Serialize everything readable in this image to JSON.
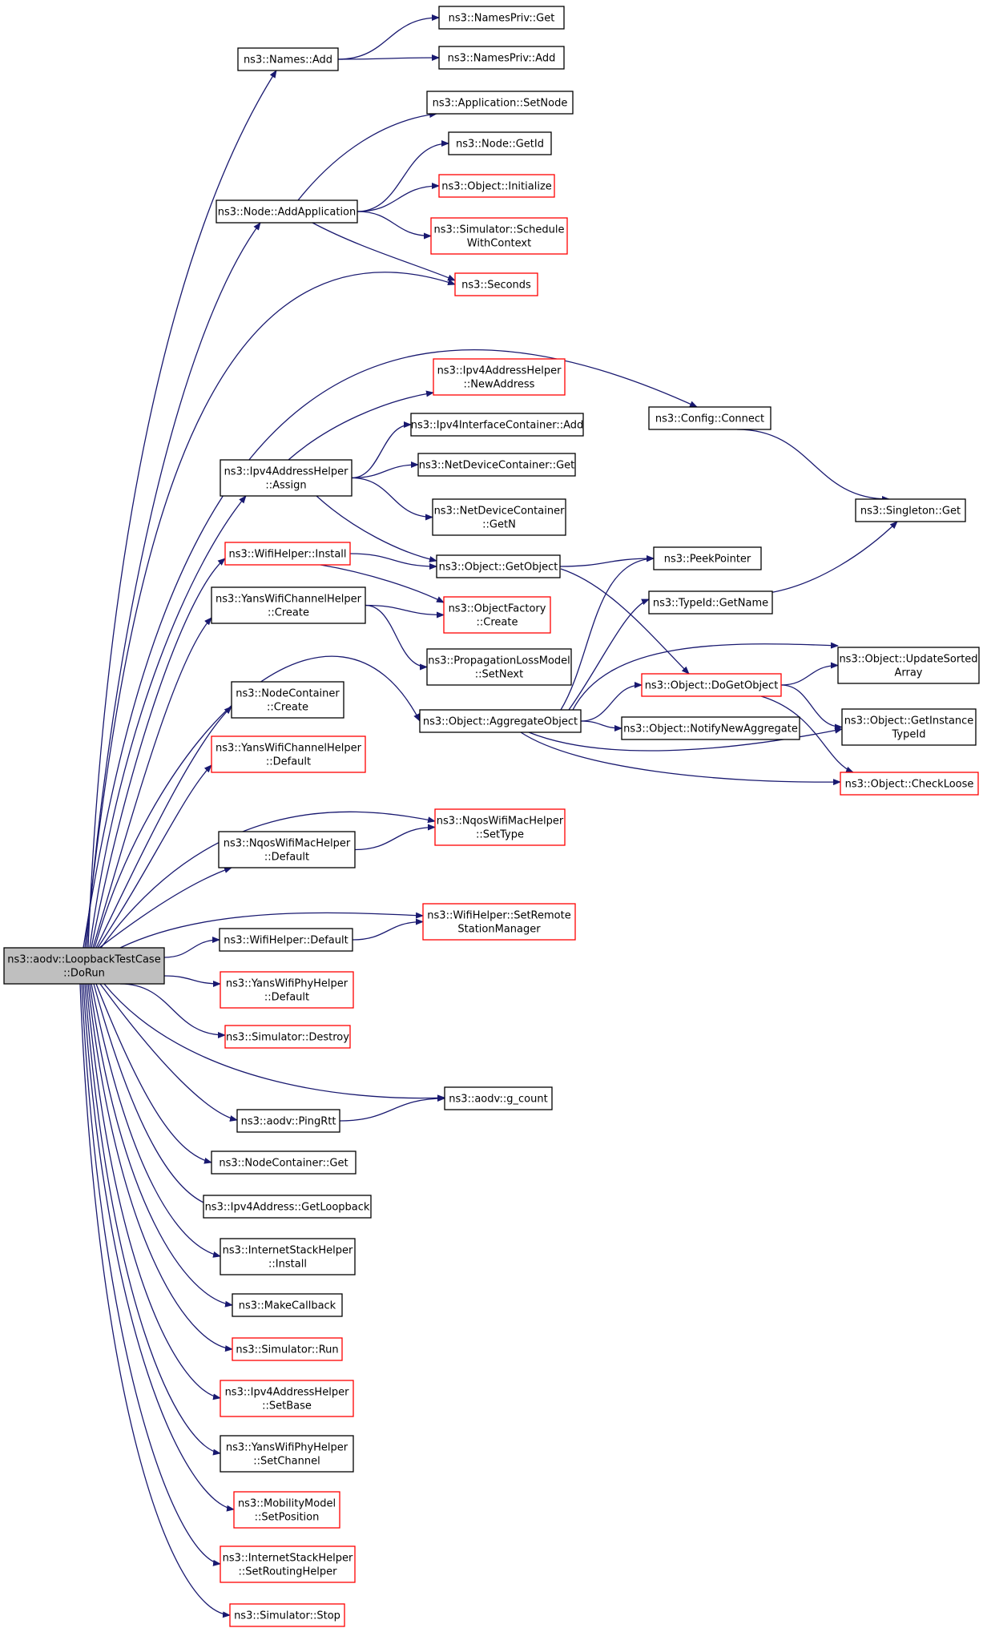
{
  "colors": {
    "edge": "#191970",
    "node_border": "#000000",
    "truncated_border": "#ff0000",
    "root_fill": "#bfbfbf"
  },
  "nodes": {
    "root": {
      "lines": [
        "ns3::aodv::LoopbackTestCase",
        "::DoRun"
      ],
      "style": "root"
    },
    "names_add": {
      "lines": [
        "ns3::Names::Add"
      ],
      "style": "black"
    },
    "namespriv_get": {
      "lines": [
        "ns3::NamesPriv::Get"
      ],
      "style": "black"
    },
    "namespriv_add": {
      "lines": [
        "ns3::NamesPriv::Add"
      ],
      "style": "black"
    },
    "app_setnode": {
      "lines": [
        "ns3::Application::SetNode"
      ],
      "style": "black"
    },
    "node_getid": {
      "lines": [
        "ns3::Node::GetId"
      ],
      "style": "black"
    },
    "object_initialize": {
      "lines": [
        "ns3::Object::Initialize"
      ],
      "style": "red"
    },
    "node_addapp": {
      "lines": [
        "ns3::Node::AddApplication"
      ],
      "style": "black"
    },
    "sim_schedctx": {
      "lines": [
        "ns3::Simulator::Schedule",
        "WithContext"
      ],
      "style": "red"
    },
    "seconds": {
      "lines": [
        "ns3::Seconds"
      ],
      "style": "red"
    },
    "ipv4addrhelper_newaddr": {
      "lines": [
        "ns3::Ipv4AddressHelper",
        "::NewAddress"
      ],
      "style": "red"
    },
    "config_connect": {
      "lines": [
        "ns3::Config::Connect"
      ],
      "style": "black"
    },
    "ipv4ifc_add": {
      "lines": [
        "ns3::Ipv4InterfaceContainer::Add"
      ],
      "style": "black"
    },
    "ipv4addrhelper_assign": {
      "lines": [
        "ns3::Ipv4AddressHelper",
        "::Assign"
      ],
      "style": "black"
    },
    "netdev_get": {
      "lines": [
        "ns3::NetDeviceContainer::Get"
      ],
      "style": "black"
    },
    "singleton_get": {
      "lines": [
        "ns3::Singleton::Get"
      ],
      "style": "black"
    },
    "netdev_getn": {
      "lines": [
        "ns3::NetDeviceContainer",
        "::GetN"
      ],
      "style": "black"
    },
    "wifihelper_install": {
      "lines": [
        "ns3::WifiHelper::Install"
      ],
      "style": "red"
    },
    "object_getobject": {
      "lines": [
        "ns3::Object::GetObject"
      ],
      "style": "black"
    },
    "peekpointer": {
      "lines": [
        "ns3::PeekPointer"
      ],
      "style": "black"
    },
    "yanschan_create": {
      "lines": [
        "ns3::YansWifiChannelHelper",
        "::Create"
      ],
      "style": "black"
    },
    "objfactory_create": {
      "lines": [
        "ns3::ObjectFactory",
        "::Create"
      ],
      "style": "red"
    },
    "typeid_getname": {
      "lines": [
        "ns3::TypeId::GetName"
      ],
      "style": "black"
    },
    "proploss_setnext": {
      "lines": [
        "ns3::PropagationLossModel",
        "::SetNext"
      ],
      "style": "black"
    },
    "object_dogetobject": {
      "lines": [
        "ns3::Object::DoGetObject"
      ],
      "style": "red"
    },
    "object_updatesorted": {
      "lines": [
        "ns3::Object::UpdateSorted",
        "Array"
      ],
      "style": "black"
    },
    "nodecontainer_create": {
      "lines": [
        "ns3::NodeContainer",
        "::Create"
      ],
      "style": "black"
    },
    "object_aggregate": {
      "lines": [
        "ns3::Object::AggregateObject"
      ],
      "style": "black"
    },
    "object_notifynewagg": {
      "lines": [
        "ns3::Object::NotifyNewAggregate"
      ],
      "style": "black"
    },
    "object_getinstancetypeid": {
      "lines": [
        "ns3::Object::GetInstance",
        "TypeId"
      ],
      "style": "black"
    },
    "yanschan_default": {
      "lines": [
        "ns3::YansWifiChannelHelper",
        "::Default"
      ],
      "style": "red"
    },
    "object_checkloose": {
      "lines": [
        "ns3::Object::CheckLoose"
      ],
      "style": "red"
    },
    "nqosmac_default": {
      "lines": [
        "ns3::NqosWifiMacHelper",
        "::Default"
      ],
      "style": "black"
    },
    "nqosmac_settype": {
      "lines": [
        "ns3::NqosWifiMacHelper",
        "::SetType"
      ],
      "style": "red"
    },
    "wifihelper_default": {
      "lines": [
        "ns3::WifiHelper::Default"
      ],
      "style": "black"
    },
    "wifihelper_setremote": {
      "lines": [
        "ns3::WifiHelper::SetRemote",
        "StationManager"
      ],
      "style": "red"
    },
    "yansphy_default": {
      "lines": [
        "ns3::YansWifiPhyHelper",
        "::Default"
      ],
      "style": "red"
    },
    "sim_destroy": {
      "lines": [
        "ns3::Simulator::Destroy"
      ],
      "style": "red"
    },
    "aodv_gcount": {
      "lines": [
        "ns3::aodv::g_count"
      ],
      "style": "black"
    },
    "aodv_pingrtt": {
      "lines": [
        "ns3::aodv::PingRtt"
      ],
      "style": "black"
    },
    "nodecontainer_get": {
      "lines": [
        "ns3::NodeContainer::Get"
      ],
      "style": "black"
    },
    "ipv4addr_getloopback": {
      "lines": [
        "ns3::Ipv4Address::GetLoopback"
      ],
      "style": "black"
    },
    "inetstack_install": {
      "lines": [
        "ns3::InternetStackHelper",
        "::Install"
      ],
      "style": "black"
    },
    "makecallback": {
      "lines": [
        "ns3::MakeCallback"
      ],
      "style": "black"
    },
    "sim_run": {
      "lines": [
        "ns3::Simulator::Run"
      ],
      "style": "red"
    },
    "ipv4addrhelper_setbase": {
      "lines": [
        "ns3::Ipv4AddressHelper",
        "::SetBase"
      ],
      "style": "red"
    },
    "yansphy_setchannel": {
      "lines": [
        "ns3::YansWifiPhyHelper",
        "::SetChannel"
      ],
      "style": "black"
    },
    "mobility_setpos": {
      "lines": [
        "ns3::MobilityModel",
        "::SetPosition"
      ],
      "style": "red"
    },
    "inetstack_setrouting": {
      "lines": [
        "ns3::InternetStackHelper",
        "::SetRoutingHelper"
      ],
      "style": "red"
    },
    "sim_stop": {
      "lines": [
        "ns3::Simulator::Stop"
      ],
      "style": "red"
    }
  },
  "edges": [
    [
      "root",
      "names_add"
    ],
    [
      "names_add",
      "namespriv_get"
    ],
    [
      "names_add",
      "namespriv_add"
    ],
    [
      "root",
      "node_addapp"
    ],
    [
      "node_addapp",
      "app_setnode"
    ],
    [
      "node_addapp",
      "node_getid"
    ],
    [
      "node_addapp",
      "object_initialize"
    ],
    [
      "node_addapp",
      "sim_schedctx"
    ],
    [
      "node_addapp",
      "seconds"
    ],
    [
      "root",
      "seconds"
    ],
    [
      "root",
      "config_connect"
    ],
    [
      "config_connect",
      "singleton_get"
    ],
    [
      "root",
      "ipv4addrhelper_assign"
    ],
    [
      "ipv4addrhelper_assign",
      "ipv4addrhelper_newaddr"
    ],
    [
      "ipv4addrhelper_assign",
      "ipv4ifc_add"
    ],
    [
      "ipv4addrhelper_assign",
      "netdev_get"
    ],
    [
      "ipv4addrhelper_assign",
      "netdev_getn"
    ],
    [
      "ipv4addrhelper_assign",
      "object_getobject"
    ],
    [
      "root",
      "wifihelper_install"
    ],
    [
      "wifihelper_install",
      "object_getobject"
    ],
    [
      "wifihelper_install",
      "objfactory_create"
    ],
    [
      "object_getobject",
      "peekpointer"
    ],
    [
      "object_getobject",
      "object_dogetobject"
    ],
    [
      "typeid_getname",
      "singleton_get"
    ],
    [
      "root",
      "yanschan_create"
    ],
    [
      "yanschan_create",
      "objfactory_create"
    ],
    [
      "yanschan_create",
      "proploss_setnext"
    ],
    [
      "root",
      "object_aggregate"
    ],
    [
      "object_aggregate",
      "peekpointer"
    ],
    [
      "object_aggregate",
      "typeid_getname"
    ],
    [
      "object_aggregate",
      "object_dogetobject"
    ],
    [
      "object_aggregate",
      "object_updatesorted"
    ],
    [
      "object_aggregate",
      "object_notifynewagg"
    ],
    [
      "object_aggregate",
      "object_getinstancetypeid"
    ],
    [
      "object_aggregate",
      "object_checkloose"
    ],
    [
      "object_dogetobject",
      "object_updatesorted"
    ],
    [
      "object_dogetobject",
      "object_getinstancetypeid"
    ],
    [
      "object_dogetobject",
      "object_checkloose"
    ],
    [
      "root",
      "nodecontainer_create"
    ],
    [
      "root",
      "yanschan_default"
    ],
    [
      "root",
      "nqosmac_default"
    ],
    [
      "root",
      "nqosmac_settype"
    ],
    [
      "nqosmac_default",
      "nqosmac_settype"
    ],
    [
      "root",
      "wifihelper_default"
    ],
    [
      "root",
      "wifihelper_setremote"
    ],
    [
      "wifihelper_default",
      "wifihelper_setremote"
    ],
    [
      "root",
      "yansphy_default"
    ],
    [
      "root",
      "sim_destroy"
    ],
    [
      "root",
      "aodv_gcount"
    ],
    [
      "root",
      "aodv_pingrtt"
    ],
    [
      "aodv_pingrtt",
      "aodv_gcount"
    ],
    [
      "root",
      "nodecontainer_get"
    ],
    [
      "root",
      "ipv4addr_getloopback"
    ],
    [
      "root",
      "inetstack_install"
    ],
    [
      "root",
      "makecallback"
    ],
    [
      "root",
      "sim_run"
    ],
    [
      "root",
      "ipv4addrhelper_setbase"
    ],
    [
      "root",
      "yansphy_setchannel"
    ],
    [
      "root",
      "mobility_setpos"
    ],
    [
      "root",
      "inetstack_setrouting"
    ],
    [
      "root",
      "sim_stop"
    ]
  ]
}
